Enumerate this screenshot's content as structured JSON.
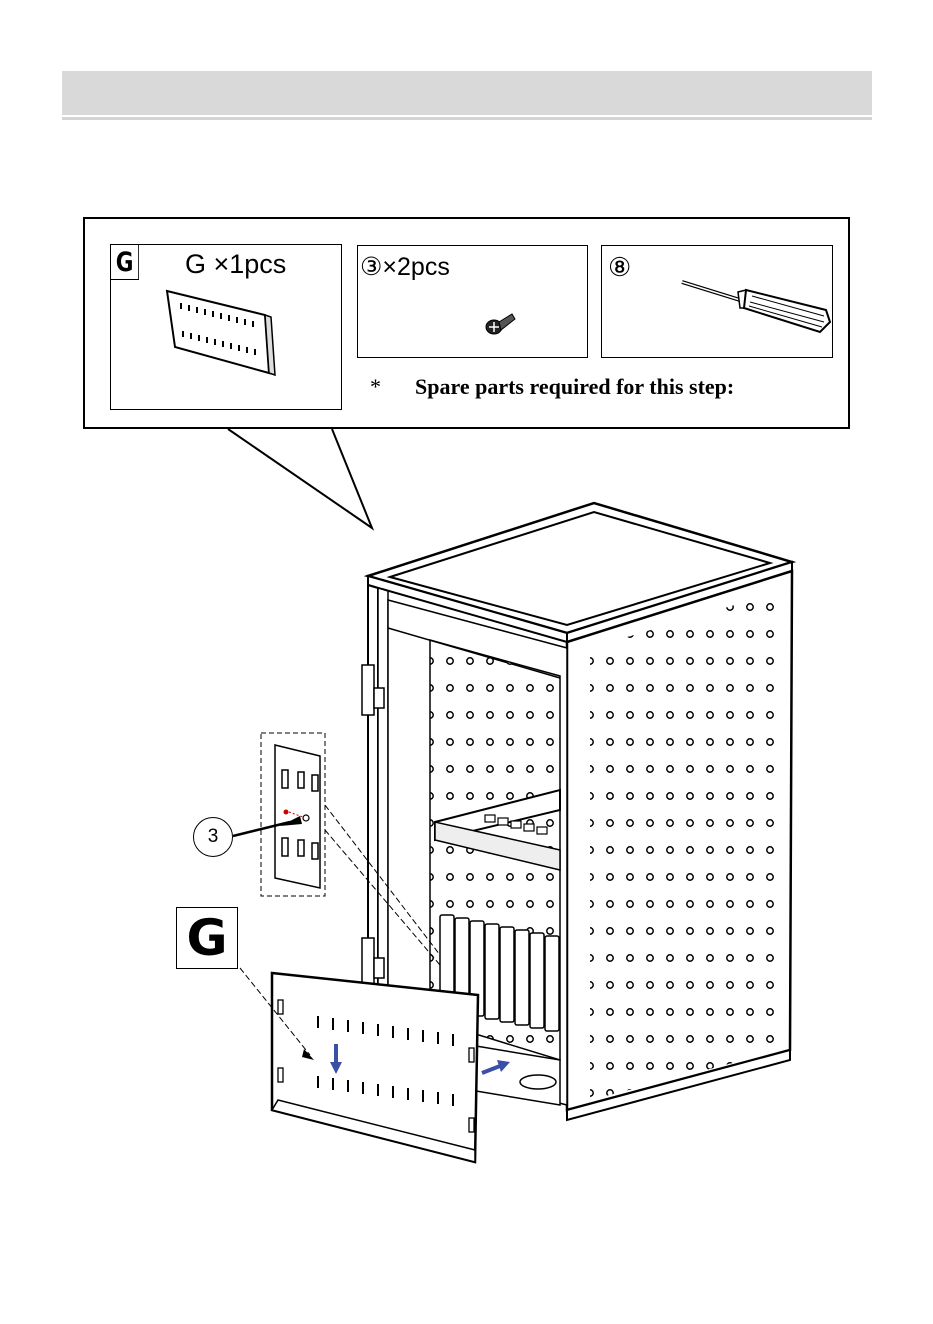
{
  "parts": {
    "panel": {
      "badge": "G",
      "label": "G ×1pcs"
    },
    "screw": {
      "label": "③×2pcs"
    },
    "tool": {
      "label": "⑧"
    },
    "note": {
      "star": "*",
      "text": "Spare parts required for this step:"
    }
  },
  "diagram": {
    "panel_badge": "G",
    "screw_callout": "3"
  },
  "colors": {
    "header_bar": "#d9d9d9",
    "arrow_blue": "#3a4fa8"
  },
  "icons": [
    "cabinet-illustration",
    "panel-icon",
    "screw-icon",
    "screwdriver-icon",
    "arrow-icon"
  ]
}
